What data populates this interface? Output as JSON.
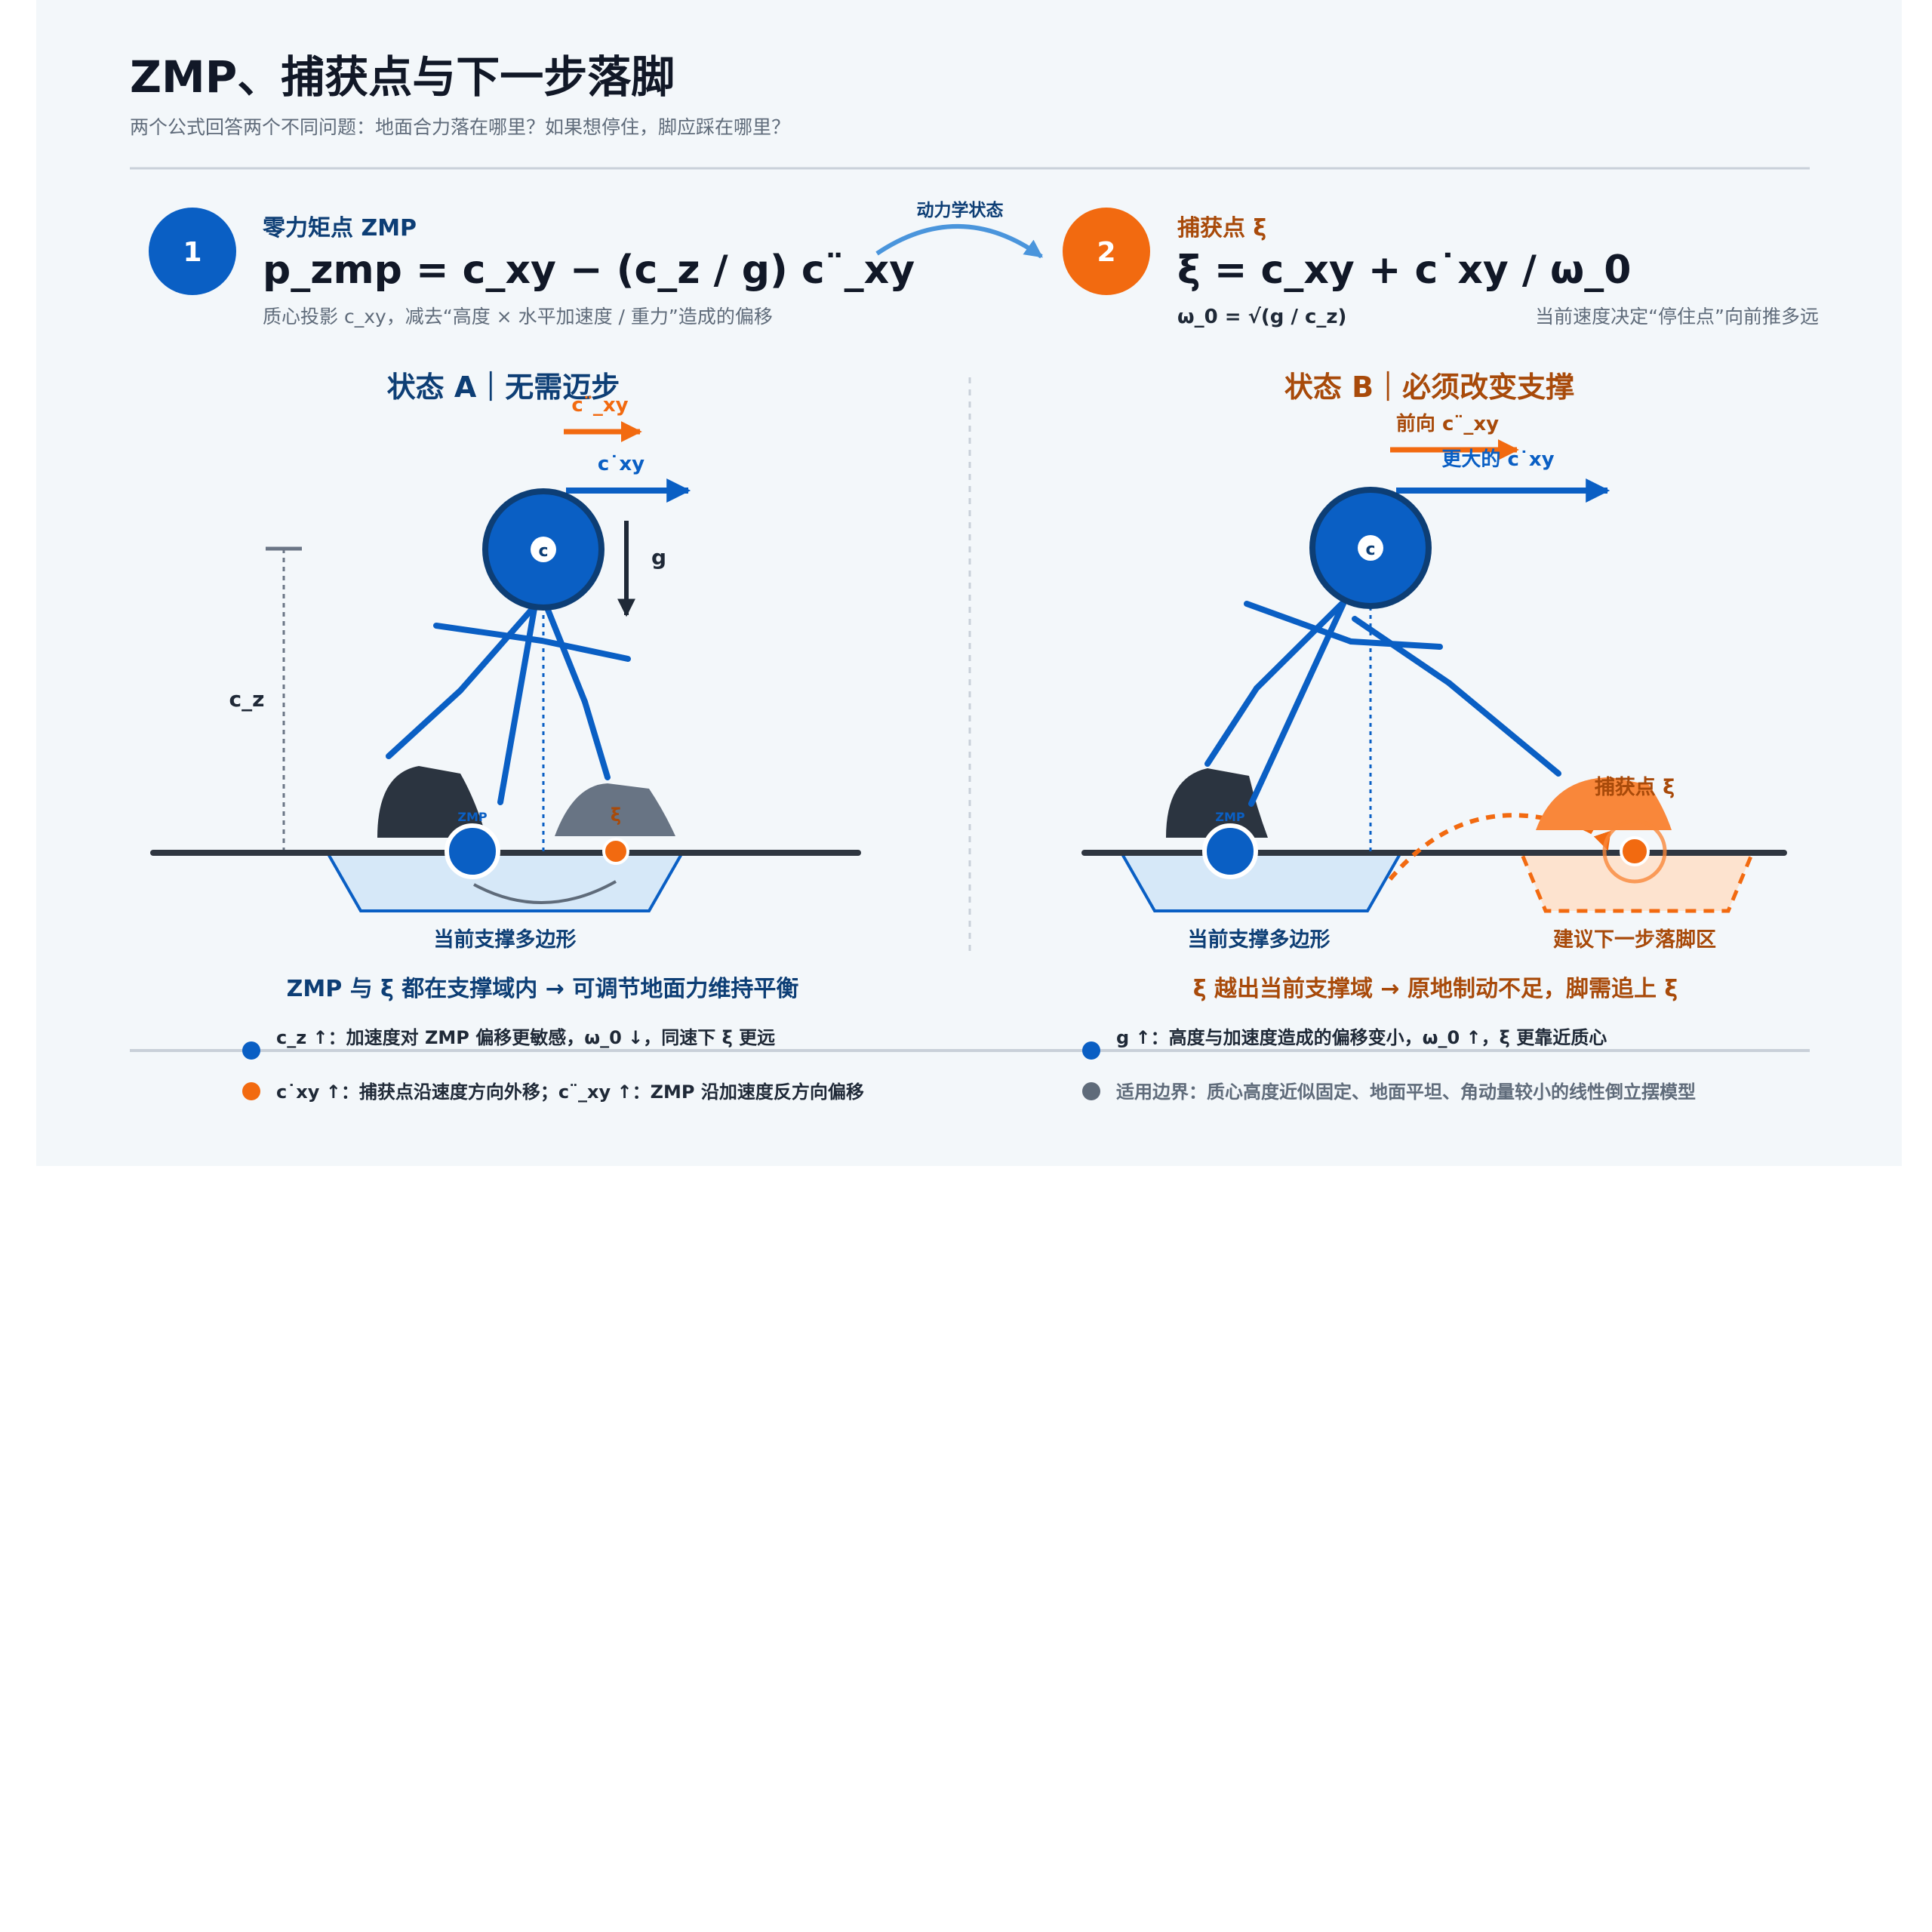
{
  "header": {
    "title": "ZMP、捕获点与下一步落脚",
    "subtitle": "两个公式回答两个不同问题：地面合力落在哪里？如果想停住，脚应踩在哪里？"
  },
  "formulas": {
    "zmp": {
      "badge": "1",
      "label": "零力矩点 ZMP",
      "equation": "p_zmp = c_xy − (c_z / g) c¨_xy",
      "note": "质心投影 c_xy，减去“高度 × 水平加速度 / 重力”造成的偏移"
    },
    "arrow_label": "动力学状态",
    "capture": {
      "badge": "2",
      "label": "捕获点 ξ",
      "equation": "ξ = c_xy + c˙xy / ω_0",
      "omega": "ω_0 = √(g / c_z)",
      "note": "当前速度决定“停住点”向前推多远"
    }
  },
  "state_a": {
    "title": "状态 A｜无需迈步",
    "acc_label": "c¨_xy",
    "vel_label": "c˙xy",
    "g_label": "g",
    "cz_label": "c_z",
    "com_label": "c",
    "zmp_label": "ZMP",
    "xi_label": "ξ",
    "support_label": "当前支撑多边形",
    "conclusion": "ZMP 与 ξ 都在支撑域内 → 可调节地面力维持平衡"
  },
  "state_b": {
    "title": "状态 B｜必须改变支撑",
    "acc_label": "前向 c¨_xy",
    "vel_label": "更大的 c˙xy",
    "com_label": "c",
    "zmp_label": "ZMP",
    "capture_label": "捕获点 ξ",
    "support_label": "当前支撑多边形",
    "step_label": "建议下一步落脚区",
    "conclusion": "ξ 越出当前支撑域 → 原地制动不足，脚需追上 ξ"
  },
  "legend": [
    {
      "text": "c_z ↑：加速度对 ZMP 偏移更敏感，ω_0 ↓，同速下 ξ 更远",
      "color": "#0a5fc4"
    },
    {
      "text": "g ↑：高度与加速度造成的偏移变小，ω_0 ↑，ξ 更靠近质心",
      "color": "#0a5fc4"
    },
    {
      "text": "c˙xy ↑：捕获点沿速度方向外移；c¨_xy ↑：ZMP 沿加速度反方向偏移",
      "color": "#f26a10"
    },
    {
      "text": "适用边界：质心高度近似固定、地面平坦、角动量较小的线性倒立摆模型",
      "color": "#5f6b7a"
    }
  ],
  "colors": {
    "blue": "#0a5fc4",
    "dark_blue": "#0d3e75",
    "orange": "#f26a10",
    "dark_orange": "#a84a0a",
    "ink": "#1f2937",
    "panel": "#f3f7fa"
  }
}
